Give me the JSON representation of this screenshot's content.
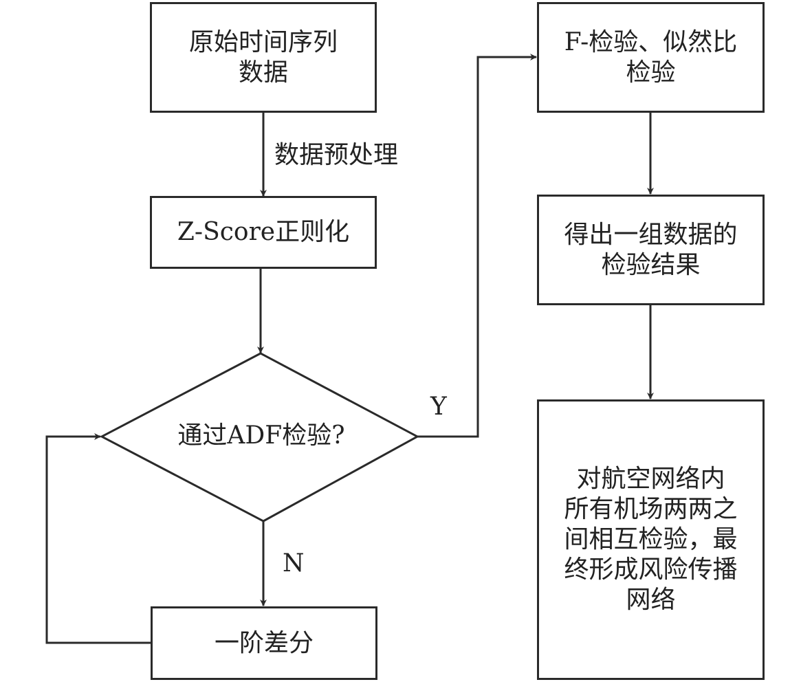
{
  "nodes": {
    "raw_data": "原始时间序列\n数据",
    "zscore": "Z-Score正则化",
    "adf_decision": "通过ADF检验?",
    "first_diff": "一阶差分",
    "f_test": "F-检验、似然比\n检验",
    "result": "得出一组数据的\n检验结果",
    "network": "对航空网络内\n所有机场两两之\n间相互检验，最\n终形成风险传播\n网络"
  },
  "edge_labels": {
    "preprocess": "数据预处理",
    "yes": "Y",
    "no": "N"
  },
  "colors": {
    "line": "#2a2a2a",
    "background": "#ffffff"
  }
}
